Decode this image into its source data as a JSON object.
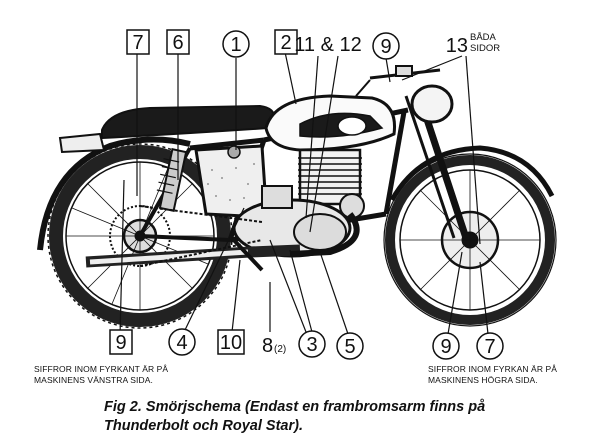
{
  "labels": {
    "n1": "1",
    "n2": "2",
    "n3": "3",
    "n4": "4",
    "n5": "5",
    "n6": "6",
    "n7_top": "7",
    "n7_bottom": "7",
    "n8": "8",
    "n8_sub": "(2)",
    "n9_top": "9",
    "n9_left": "9",
    "n9_bottom": "9",
    "n10": "10",
    "n11_12": "11 & 12",
    "n13": "13",
    "n13_note_line1": "BÅDA",
    "n13_note_line2": "SIDOR"
  },
  "notes": {
    "left": "SIFFROR INOM FYRKANT ÄR PÅ\nMASKINENS VÄNSTRA SIDA.",
    "right": "SIFFROR INOM FYRKAN ÄR PÅ\nMASKINENS HÖGRA SIDA."
  },
  "caption": {
    "line1": "Fig 2. Smörjschema (Endast en frambromsarm finns på",
    "line2": "Thunderbolt och Royal Star)."
  }
}
